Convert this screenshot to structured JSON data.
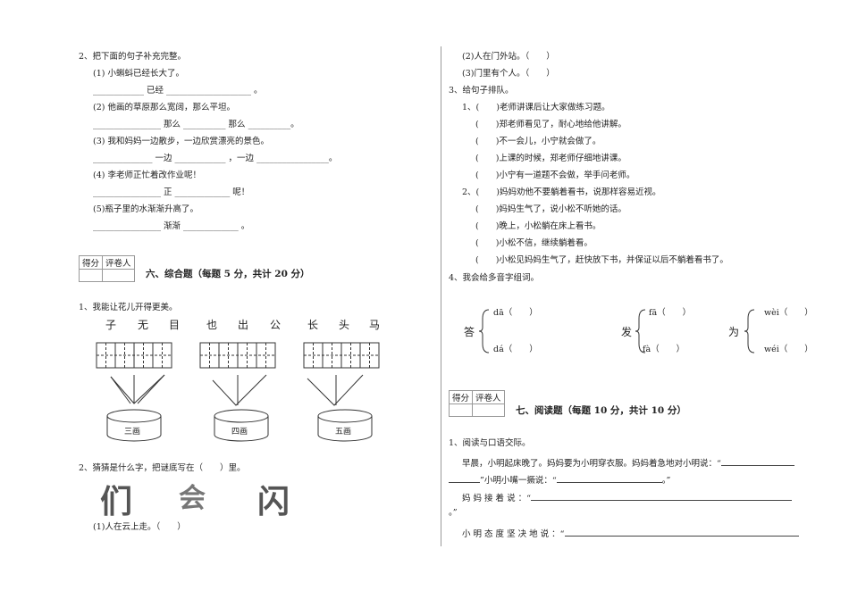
{
  "left": {
    "q2": {
      "title": "2、把下面的句子补充完整。",
      "items": [
        "(1) 小蝌蚪已经长大了。",
        "____________ 已经 ____________________ 。",
        "(2) 他画的草原那么宽阔，那么平坦。",
        "________________ 那么 __________ 那么 __________。",
        "(3) 我和妈妈一边散步，一边欣赏漂亮的景色。",
        "______________ 一边 ____________ ，一边 _________________。",
        "(4) 李老师正忙着改作业呢！",
        "________________ 正 _____________ 呢！",
        "(5)瓶子里的水渐渐升高了。",
        "________________ 渐渐 _____________ 。"
      ]
    },
    "score_box": {
      "col1": "得分",
      "col2": "评卷人"
    },
    "section6": "六、综合题（每题 5 分，共计 20 分）",
    "q1": {
      "title": "1、我能让花儿开得更美。",
      "chars": [
        "子",
        "无",
        "目",
        "也",
        "出",
        "公",
        "长",
        "头",
        "马"
      ],
      "pots": [
        "三画",
        "四画",
        "五画"
      ]
    },
    "q2b": {
      "title": "2、猜猜是什么字，把谜底写在（　　）里。",
      "big_chars": [
        "们",
        "会",
        "闪"
      ],
      "riddle1": "(1)人在云上走。（　　）"
    }
  },
  "right": {
    "riddles": [
      "(2)人在门外站。（　　）",
      "(3)门里有个人。（　　）"
    ],
    "q3": {
      "title": "3、给句子排队。",
      "group1": [
        "1、(　　)老师讲课后让大家做练习题。",
        "(　　)郑老师看见了，耐心地给他讲解。",
        "(　　)不一会儿，小宁就会做了。",
        "(　　)上课的时候，郑老师仔细地讲课。",
        "(　　)小宁有一道题不会做，举手问老师。"
      ],
      "group2": [
        "2、(　　)妈妈劝他不要躺着看书，说那样容易近视。",
        "(　　)妈妈生气了，说小松不听她的话。",
        "(　　)晚上，小松躺在床上看书。",
        "(　　)小松不信，继续躺着看。",
        "(　　)小松见妈妈生气了，赶快放下书，并保证以后不躺着看书了。"
      ]
    },
    "q4": {
      "title": "4、我会给多音字组词。",
      "items": [
        {
          "char": "答",
          "top": "dā（　　）",
          "bottom": "dá（　　）"
        },
        {
          "char": "发",
          "top": "fā（　　）",
          "bottom": "fà（　　）"
        },
        {
          "char": "为",
          "top": "wèi（　　）",
          "bottom": "wéi（　　）"
        }
      ]
    },
    "score_box": {
      "col1": "得分",
      "col2": "评卷人"
    },
    "section7": "七、阅读题（每题 10 分，共计 10 分）",
    "reading": {
      "title": "1、阅读与口语交际。",
      "line1": "早晨，小明起床晚了。妈妈要为小明穿衣服。妈妈着急地对小明说：“",
      "line2a": "”小明小嘴一撅说：“",
      "line2b": "。”",
      "line3": "妈 妈 接 着 说 ：“",
      "line4": "。”",
      "line5": "小 明 态 度 坚 决 地 说 ：“"
    }
  }
}
